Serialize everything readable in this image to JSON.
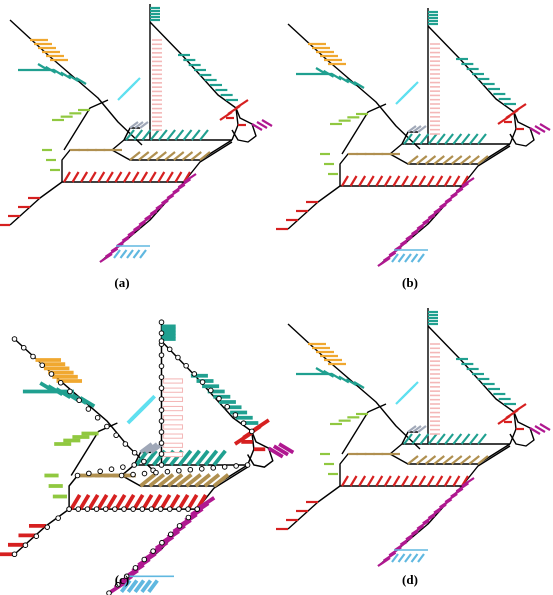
{
  "panels": [
    {
      "id": "a",
      "label": "(a)",
      "variant": "plain"
    },
    {
      "id": "b",
      "label": "(b)",
      "variant": "plain"
    },
    {
      "id": "c",
      "label": "(c)",
      "variant": "stations"
    },
    {
      "id": "d",
      "label": "(d)",
      "variant": "plain"
    }
  ],
  "colors": {
    "line": "#000000",
    "orange": "#f0a830",
    "teal": "#20a090",
    "cyan": "#60e0f0",
    "pink": "#f4b8b8",
    "green": "#90c840",
    "tan": "#b09050",
    "red": "#d62020",
    "magenta": "#b01890",
    "lightblue": "#60b8e0",
    "grey": "#a0a8b8"
  }
}
